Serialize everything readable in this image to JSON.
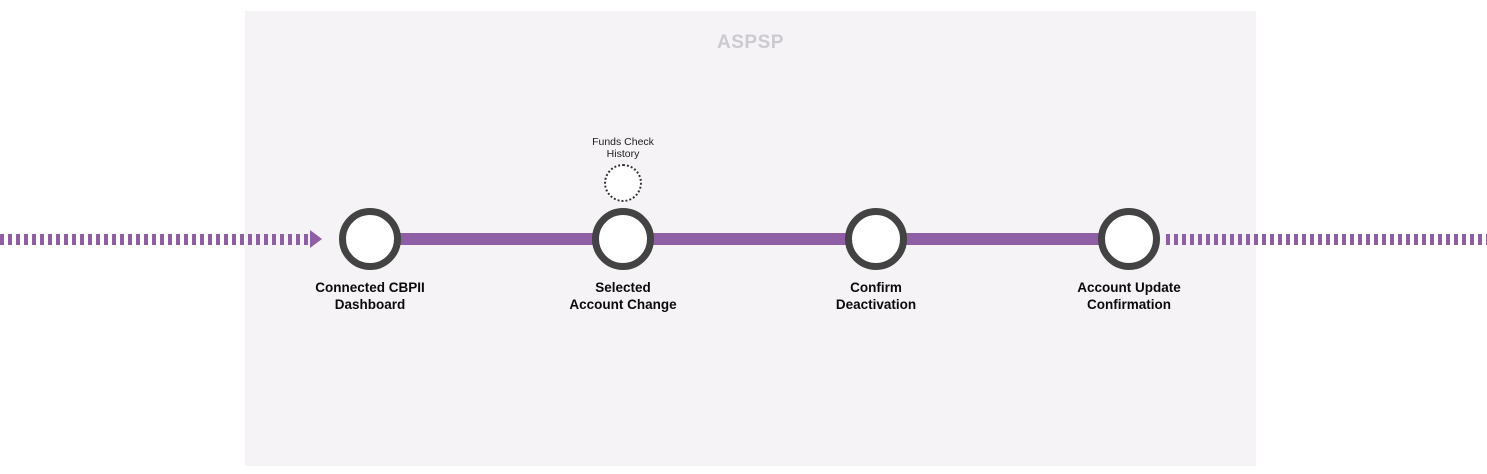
{
  "diagram": {
    "title": "ASPSP",
    "colors": {
      "panel_background": "#f6f3f7",
      "title_text": "#cdc9d1",
      "flow_line": "#8f5fa5",
      "node_border": "#434343",
      "node_fill": "#ffffff",
      "label_text": "#0a0a0a",
      "canvas_background": "#ffffff"
    },
    "nodes": [
      {
        "id": "connected-cbpii-dashboard",
        "label": "Connected CBPII\nDashboard"
      },
      {
        "id": "selected-account-change",
        "label": "Selected\nAccount Change"
      },
      {
        "id": "confirm-deactivation",
        "label": "Confirm\nDeactivation"
      },
      {
        "id": "account-update-confirmation",
        "label": "Account Update\nConfirmation"
      }
    ],
    "optional_node": {
      "id": "funds-check-history",
      "label": "Funds Check\nHistory",
      "style": "dotted-outline"
    },
    "flow": {
      "entry_line_style": "dashed",
      "entry_arrow": "right-arrowhead",
      "exit_line_style": "dashed",
      "track_style": "solid"
    }
  }
}
